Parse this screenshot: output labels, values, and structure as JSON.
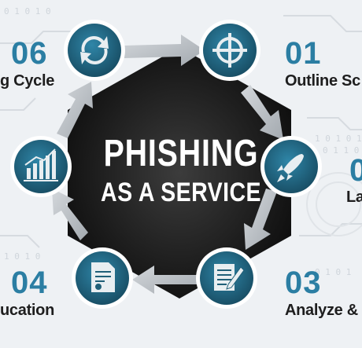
{
  "title": {
    "line1": "PHISHING",
    "line2": "AS A SERVICE"
  },
  "steps": [
    {
      "number": "06",
      "label": "g Cycle",
      "icon": "refresh-arrows-icon"
    },
    {
      "number": "01",
      "label": "Outline Sc",
      "icon": "crosshair-target-icon"
    },
    {
      "number": "0",
      "label": "La",
      "icon": "rocket-icon"
    },
    {
      "number": "03",
      "label": "Analyze &",
      "icon": "document-pencil-icon"
    },
    {
      "number": "04",
      "label": "ucation",
      "icon": "certificate-document-icon"
    },
    {
      "number": "",
      "label": "",
      "icon": "bar-chart-icon"
    }
  ],
  "colors": {
    "accent": "#2b7ea3",
    "node_fill": "#1f5f78",
    "node_ring": "#ffffff",
    "hexagon": "#151515",
    "arrow": "#b8bec4",
    "background": "#eef1f4"
  }
}
